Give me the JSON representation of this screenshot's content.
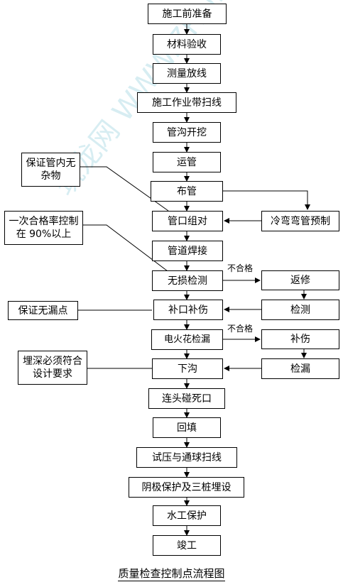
{
  "flow": {
    "s1": "施工前准备",
    "s2": "材料验收",
    "s3": "测量放线",
    "s4": "施工作业带扫线",
    "s5": "管沟开挖",
    "s6": "运管",
    "s7": "布管",
    "s8": "管口组对",
    "s9": "管道焊接",
    "s10": "无损检测",
    "s11": "补口补伤",
    "s12": "电火花检漏",
    "s13": "下沟",
    "s14": "连头碰死口",
    "s15": "回填",
    "s16": "试压与通球扫线",
    "s17": "阴极保护及三桩埋设",
    "s18": "水工保护",
    "s19": "竣工"
  },
  "side": {
    "prefab": "冷弯弯管预制",
    "repair1": "返修",
    "inspect": "检测",
    "repair2": "补伤",
    "leak": "检漏"
  },
  "notes": {
    "n1": "保证管内无杂物",
    "n2": "一次合格率控制在 90%以上",
    "n3": "保证无漏点",
    "n4": "埋深必须符合设计要求"
  },
  "labels": {
    "fail1": "不合格",
    "fail2": "不合格"
  },
  "watermark": "筑龙网 WWW.ZHULONG.COM",
  "caption": "质量检查控制点流程图"
}
